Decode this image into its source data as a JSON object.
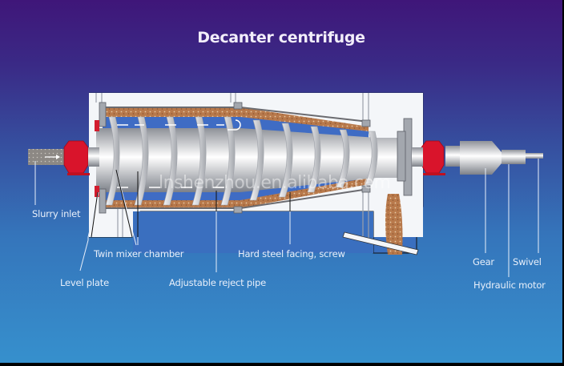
{
  "diagram": {
    "title": "Decanter centrifuge",
    "watermark": "lnshenzhou.en.alibaba.com",
    "labels": [
      {
        "id": "slurry-inlet",
        "text": "Slurry inlet"
      },
      {
        "id": "twin-mixer-chamber",
        "text": "Twin mixer chamber"
      },
      {
        "id": "level-plate",
        "text": "Level plate"
      },
      {
        "id": "adjustable-reject-pipe",
        "text": "Adjustable reject pipe"
      },
      {
        "id": "hard-steel-facing",
        "text": "Hard steel facing, screw"
      },
      {
        "id": "gear",
        "text": "Gear"
      },
      {
        "id": "swivel",
        "text": "Swivel"
      },
      {
        "id": "hydraulic-motor",
        "text": "Hydraulic motor"
      }
    ],
    "colors": {
      "background_top": "#3f1679",
      "background_bottom": "#3690cd",
      "housing": "#f4f6f9",
      "bearing_red": "#d9142b",
      "liquid_blue": "#3f6cc4",
      "solids_brown": "#b5784a",
      "screw_steel": "#c9cbd0"
    }
  }
}
